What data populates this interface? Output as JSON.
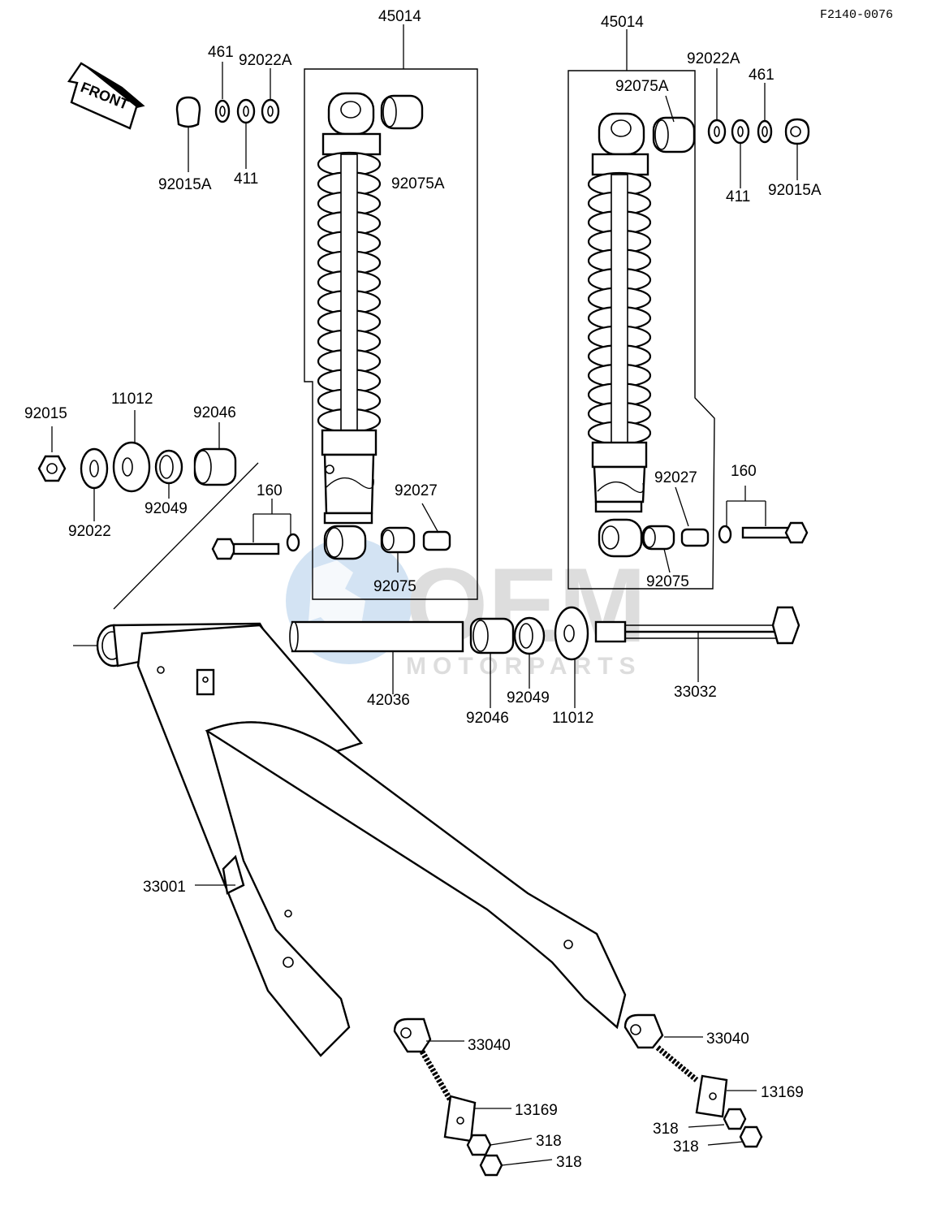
{
  "diagram_code": "F2140-0076",
  "front_arrow_label": "FRONT",
  "watermark": {
    "logo_text": "OEM",
    "sub_text": "MOTORPARTS"
  },
  "labels": {
    "shock_left": "45014",
    "shock_right": "45014",
    "l_92015A": "92015A",
    "l_461": "461",
    "l_411": "411",
    "l_92022A": "92022A",
    "l_92075A": "92075A",
    "r_92075A": "92075A",
    "r_92022A": "92022A",
    "r_461": "461",
    "r_411": "411",
    "r_92015A": "92015A",
    "l_92015": "92015",
    "l_11012": "11012",
    "l_92046": "92046",
    "l_92022": "92022",
    "l_92049": "92049",
    "l_160": "160",
    "l_92027": "92027",
    "l_92075": "92075",
    "r_92027": "92027",
    "r_160": "160",
    "r_92075": "92075",
    "p_42036": "42036",
    "p_92046": "92046",
    "p_92049": "92049",
    "p_11012": "11012",
    "p_33032": "33032",
    "p_33001": "33001",
    "l_33040": "33040",
    "r_33040": "33040",
    "l_13169": "13169",
    "r_13169": "13169",
    "l_318a": "318",
    "l_318b": "318",
    "r_318a": "318",
    "r_318b": "318"
  }
}
